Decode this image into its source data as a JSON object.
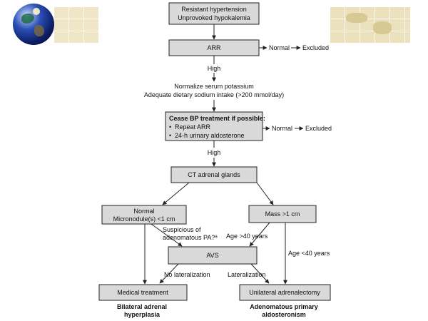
{
  "flowchart": {
    "start": {
      "line1": "Resistant hypertension",
      "line2": "Unprovoked hypokalemia"
    },
    "arr": "ARR",
    "arr_normal_label": "Normal",
    "arr_excluded": "Excluded",
    "high_1": "High",
    "prep": {
      "line1": "Normalize serum potassium",
      "line2": "Adequate dietary sodium intake (>200 mmol/day)"
    },
    "cease": {
      "title": "Cease BP treatment if possible:",
      "item1": "Repeat ARR",
      "item2": "24-h urinary aldosterone"
    },
    "cease_normal_label": "Normal",
    "cease_excluded": "Excluded",
    "high_2": "High",
    "ct": "CT adrenal glands",
    "normal_micro": {
      "line1": "Normal",
      "line2": "Micronodule(s) <1 cm"
    },
    "mass": "Mass >1 cm",
    "suspicious": {
      "line1": "Suspicious of",
      "line2": "adenomatous PA?",
      "footnote": "a"
    },
    "age_over": "Age >40 years",
    "age_under": "Age <40 years",
    "avs": "AVS",
    "no_lateralization": "No lateralization",
    "lateralization": "Lateralization",
    "medical": "Medical treatment",
    "unilateral": "Unilateral adrenalectomy",
    "bilateral_caption": {
      "line1": "Bilateral adrenal",
      "line2": "hyperplasia"
    },
    "adenomatous_caption": {
      "line1": "Adenomatous primary",
      "line2": "aldosteronism"
    }
  }
}
